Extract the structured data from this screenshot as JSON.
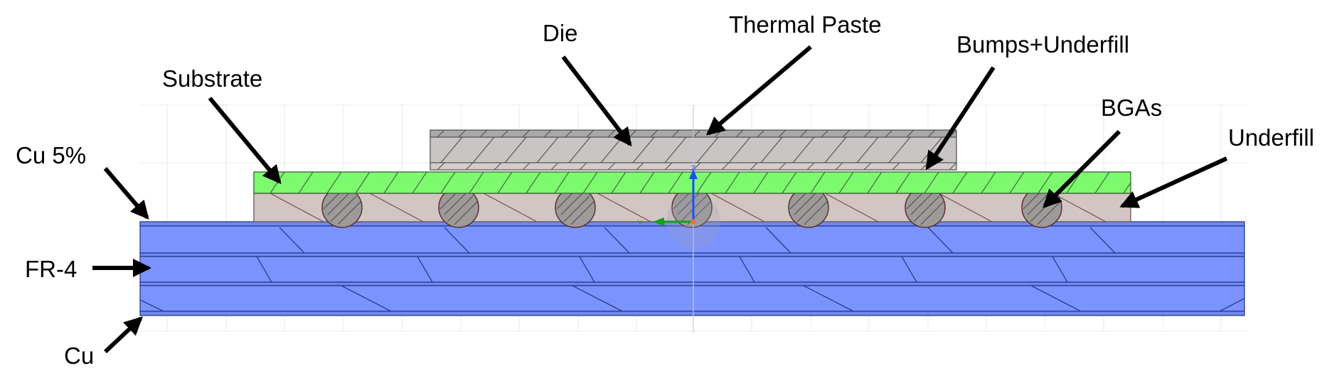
{
  "labels": {
    "die": "Die",
    "thermal_paste": "Thermal Paste",
    "bumps_underfill": "Bumps+Underfill",
    "substrate": "Substrate",
    "bgas": "BGAs",
    "underfill": "Underfill",
    "cu_5pct": "Cu 5%",
    "fr4": "FR-4",
    "cu": "Cu"
  },
  "triad_axes": {
    "z": "Z",
    "y": "Y"
  },
  "colors": {
    "die": "#c8c5c4",
    "thermal_paste": "#a9a8a8",
    "bumps_underfill": "#d5cccb",
    "substrate": "#7dfa6e",
    "underfill": "#d2c6c4",
    "bga_ball": "#9e9a99",
    "board": "#7b93ff",
    "board_line": "#2a3c8e",
    "axis_z": "#1a4fff",
    "axis_y": "#16a017"
  }
}
